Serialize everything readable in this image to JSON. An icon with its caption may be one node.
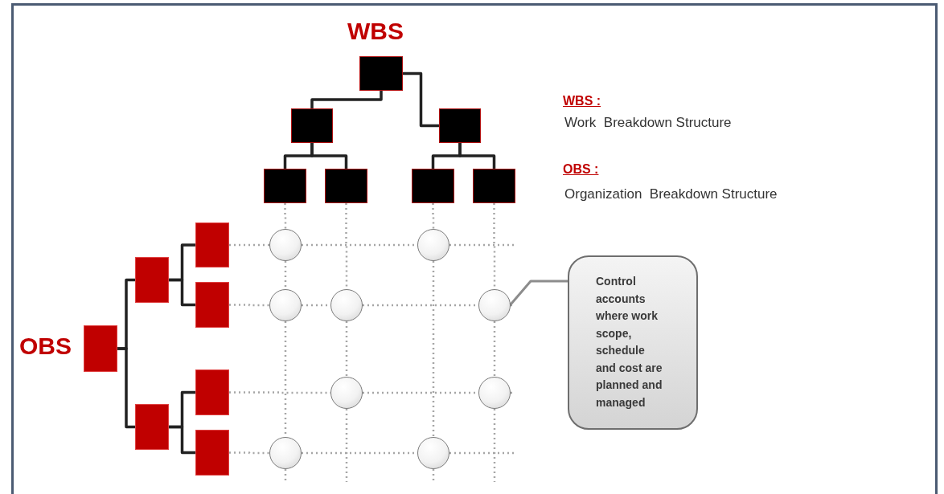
{
  "diagram": {
    "nodes": [
      {
        "text": [],
        "shape": "box",
        "beside": [
          "WBS"
        ]
      },
      {
        "text": [],
        "shape": "box"
      },
      {
        "text": [],
        "shape": "box"
      },
      {
        "text": [],
        "shape": "box"
      },
      {
        "text": [],
        "shape": "box"
      },
      {
        "text": [],
        "shape": "box"
      },
      {
        "text": [],
        "shape": "box"
      },
      {
        "text": [],
        "shape": "box",
        "beside": [
          "OBS"
        ]
      },
      {
        "text": [],
        "shape": "box"
      },
      {
        "text": [],
        "shape": "box"
      },
      {
        "text": [],
        "shape": "box"
      },
      {
        "text": [],
        "shape": "box"
      },
      {
        "text": [],
        "shape": "box"
      },
      {
        "text": [],
        "shape": "box"
      },
      {
        "text": [],
        "shape": "circle"
      },
      {
        "text": [],
        "shape": "circle"
      },
      {
        "text": [],
        "shape": "circle"
      },
      {
        "text": [],
        "shape": "circle"
      },
      {
        "text": [],
        "shape": "circle"
      },
      {
        "text": [],
        "shape": "circle"
      },
      {
        "text": [],
        "shape": "circle"
      },
      {
        "text": [],
        "shape": "circle"
      },
      {
        "text": [],
        "shape": "circle"
      },
      {
        "text": [
          "Control accounts where work scope, schedule and cost are planned and managed"
        ]
      }
    ],
    "edges": [
      {
        "from": 0,
        "to": 1,
        "arrow": "none",
        "color": "#222222"
      },
      {
        "from": 0,
        "to": 2,
        "arrow": "none",
        "color": "#222222"
      },
      {
        "from": 1,
        "to": 3,
        "arrow": "none",
        "color": "#222222"
      },
      {
        "from": 1,
        "to": 4,
        "arrow": "none",
        "color": "#222222"
      },
      {
        "from": 2,
        "to": 5,
        "arrow": "none",
        "color": "#222222"
      },
      {
        "from": 2,
        "to": 6,
        "arrow": "none",
        "color": "#222222"
      },
      {
        "from": 7,
        "to": 8,
        "arrow": "none",
        "color": "#222222"
      },
      {
        "from": 7,
        "to": 9,
        "arrow": "none",
        "color": "#222222"
      },
      {
        "from": 8,
        "to": 10,
        "arrow": "none",
        "color": "#222222"
      },
      {
        "from": 8,
        "to": 11,
        "arrow": "none",
        "color": "#222222"
      },
      {
        "from": 9,
        "to": 12,
        "arrow": "none",
        "color": "#222222"
      },
      {
        "from": 9,
        "to": 13,
        "arrow": "none",
        "color": "#222222"
      },
      {
        "from": 3,
        "to": 14,
        "arrow": "none",
        "style": "dashed",
        "color": "#a6a6a6"
      },
      {
        "from": 14,
        "to": 16,
        "arrow": "none",
        "style": "dashed",
        "color": "#a6a6a6"
      },
      {
        "from": 16,
        "to": 21,
        "arrow": "none",
        "style": "dashed",
        "color": "#a6a6a6"
      },
      {
        "from": 4,
        "to": 17,
        "arrow": "none",
        "style": "dashed",
        "color": "#a6a6a6"
      },
      {
        "from": 17,
        "to": 19,
        "arrow": "none",
        "style": "dashed",
        "color": "#a6a6a6"
      },
      {
        "from": 5,
        "to": 15,
        "arrow": "none",
        "style": "dashed",
        "color": "#a6a6a6"
      },
      {
        "from": 15,
        "to": 22,
        "arrow": "none",
        "style": "dashed",
        "color": "#a6a6a6"
      },
      {
        "from": 6,
        "to": 18,
        "arrow": "none",
        "style": "dashed",
        "color": "#a6a6a6"
      },
      {
        "from": 18,
        "to": 20,
        "arrow": "none",
        "style": "dashed",
        "color": "#a6a6a6"
      },
      {
        "from": 10,
        "to": 14,
        "arrow": "none",
        "style": "dashed",
        "color": "#a6a6a6"
      },
      {
        "from": 14,
        "to": 15,
        "arrow": "none",
        "style": "dashed",
        "color": "#a6a6a6"
      },
      {
        "from": 11,
        "to": 16,
        "arrow": "none",
        "style": "dashed",
        "color": "#a6a6a6"
      },
      {
        "from": 16,
        "to": 17,
        "arrow": "none",
        "style": "dashed",
        "color": "#a6a6a6"
      },
      {
        "from": 17,
        "to": 18,
        "arrow": "none",
        "style": "dashed",
        "color": "#a6a6a6"
      },
      {
        "from": 12,
        "to": 19,
        "arrow": "none",
        "style": "dashed",
        "color": "#a6a6a6"
      },
      {
        "from": 19,
        "to": 20,
        "arrow": "none",
        "style": "dashed",
        "color": "#a6a6a6"
      },
      {
        "from": 13,
        "to": 21,
        "arrow": "none",
        "style": "dashed",
        "color": "#a6a6a6"
      },
      {
        "from": 21,
        "to": 22,
        "arrow": "none",
        "style": "dashed",
        "color": "#a6a6a6"
      },
      {
        "from": 23,
        "to": 18,
        "arrow": "none",
        "color": "#8c8c8c"
      }
    ],
    "labels": [
      "WBS :",
      "Work  Breakdown Structure",
      "OBS :",
      "Organization  Breakdown Structure"
    ]
  }
}
